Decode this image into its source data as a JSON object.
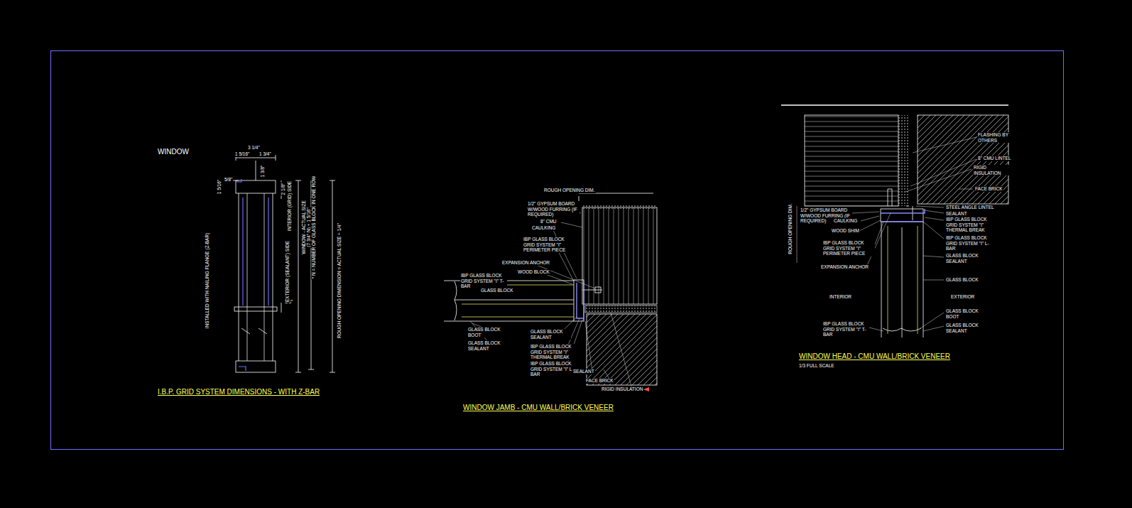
{
  "diagram": {
    "labels": [
      "WINDOW",
      "3 1/4\"",
      "1 5/16\"",
      "1 3/4\"",
      "5/8\"",
      "1 5/16\"",
      "1 3/8\"",
      "2 1/8\"",
      "3/8\"",
      "INSTALLED WITH NAILING FLANGE (Z-BAR)",
      "EXTERIOR (SEALANT) SIDE",
      "INTERIOR (GRID) SIDE",
      "WINDOW - ACTUAL SIZE",
      "(7 3/4\" N) + 1 5/16\"",
      "* N = NUMBER OF GLASS BLOCK IN ONE ROW",
      "ROUGH OPENING DIMENSION = ACTUAL SIZE + 1/4\"",
      "I.B.P. GRID SYSTEM DIMENSIONS - WITH Z-BAR",
      "ROUGH OPENING DIM.",
      "1/2\" GYPSUM BOARD W/WOOD FURRING (IF REQUIRED)",
      "8\" CMU",
      "CAULKING",
      "IBP GLASS BLOCK GRID SYSTEM \"I\" PERIMETER PIECE",
      "IBP GLASS BLOCK GRID SYSTEM \"I\" T-BAR",
      "GLASS BLOCK",
      "EXPANSION ANCHOR",
      "WOOD BLOCK",
      "GLASS BLOCK BOOT",
      "GLASS BLOCK SEALANT",
      "GLASS BLOCK SEALANT",
      "IBP GLASS BLOCK GRID SYSTEM \"I\" THERMAL BREAK",
      "IBP GLASS BLOCK GRID SYSTEM \"I\" L-BAR",
      "SEALANT",
      "FACE BRICK",
      "RIGID INSULATION",
      "WINDOW JAMB - CMU WALL/BRICK VENEER",
      "FLASHING BY OTHERS",
      "8\" CMU LINTEL",
      "RIGID INSULATION",
      "FACE BRICK",
      "STEEL ANGLE LINTEL",
      "SEALANT",
      "IBP GLASS BLOCK GRID SYSTEM \"I\" THERMAL BREAK",
      "IBP GLASS BLOCK GRID SYSTEM \"I\" L-BAR",
      "GLASS BLOCK SEALANT",
      "GLASS BLOCK",
      "EXTERIOR",
      "GLASS BLOCK BOOT",
      "GLASS BLOCK SEALANT",
      "1/2\" GYPSUM BOARD W/WOOD FURRING (IF REQUIRED)",
      "CAULKING",
      "WOOD SHIM",
      "IBP GLASS BLOCK GRID SYSTEM \"I\" PERIMETER PIECE",
      "EXPANSION ANCHOR",
      "INTERIOR",
      "IBP GLASS BLOCK GRID SYSTEM \"I\" T-BAR",
      "ROUGH OPENING DIM.",
      "WINDOW HEAD - CMU WALL/BRICK VENEER",
      "1/3 FULL SCALE"
    ]
  }
}
